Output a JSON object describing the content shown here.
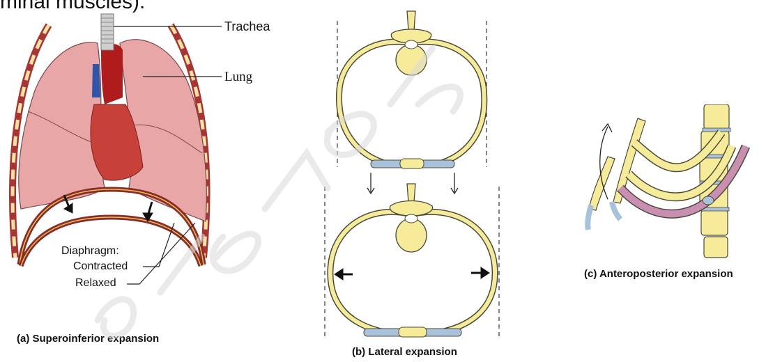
{
  "top_fragment": "minal muscles).",
  "panel_a": {
    "trachea_label": "Trachea",
    "lung_label": "Lung",
    "diaphragm_label": "Diaphragm:",
    "contracted_label": "Contracted",
    "relaxed_label": "Relaxed",
    "caption": "(a) Superoinferior expansion"
  },
  "panel_b": {
    "caption": "(b) Lateral expansion"
  },
  "panel_c": {
    "caption": "(c) Anteroposterior expansion"
  },
  "colors": {
    "bone": "#f6eb98",
    "bone_outline": "#4a4a3a",
    "cartilage": "#a9c2dc",
    "lung": "#e8a6a6",
    "heart": "#c8403a",
    "aorta": "#b01c1c",
    "vein": "#2f55a8",
    "rib_pink": "#c98fb0",
    "diaphragm": "#8b2b2b",
    "watermark": "#d9d9d9"
  }
}
